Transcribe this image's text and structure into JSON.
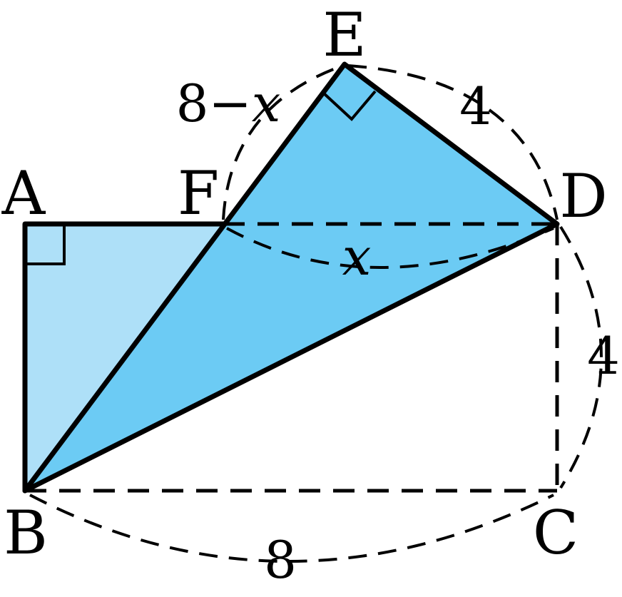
{
  "points": {
    "A": "A",
    "B": "B",
    "C": "C",
    "D": "D",
    "E": "E",
    "F": "F"
  },
  "lengths": {
    "ef_num": "8",
    "ef_minus": "−",
    "ef_var": "x",
    "ed": "4",
    "fd_var": "x",
    "dc": "4",
    "bc": "8"
  },
  "colors": {
    "triangle_abf": "#aee0f8",
    "triangle_bed": "#6ccbf4",
    "stroke": "#000000"
  }
}
